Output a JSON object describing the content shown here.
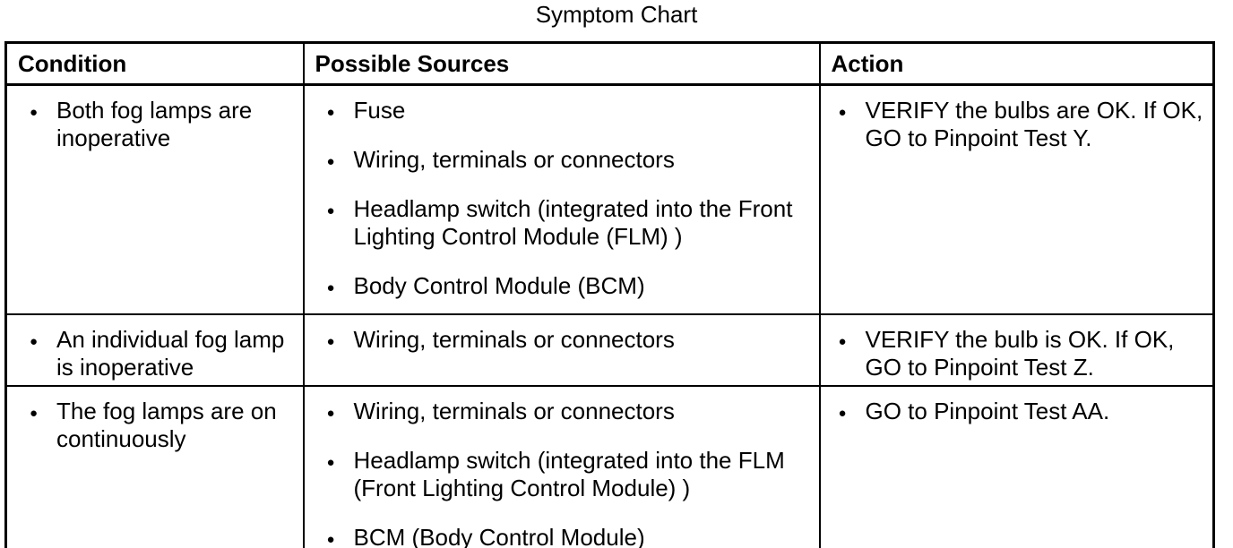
{
  "title": "Symptom Chart",
  "icons": {
    "bullet": "●"
  },
  "table": {
    "headers": [
      "Condition",
      "Possible Sources",
      "Action"
    ],
    "rows": [
      {
        "condition": [
          "Both fog lamps are inoperative"
        ],
        "sources": [
          "Fuse",
          "Wiring, terminals or connectors",
          "Headlamp switch (integrated into the Front Lighting Control Module (FLM) )",
          "Body Control Module (BCM)"
        ],
        "action": [
          "VERIFY the bulbs are OK. If OK, GO to Pinpoint Test Y."
        ]
      },
      {
        "condition": [
          "An individual fog lamp is inoperative"
        ],
        "sources": [
          "Wiring, terminals or connectors"
        ],
        "action": [
          "VERIFY the bulb is OK. If OK, GO to Pinpoint Test Z."
        ]
      },
      {
        "condition": [
          "The fog lamps are on continuously"
        ],
        "sources": [
          "Wiring, terminals or connectors",
          "Headlamp switch (integrated into the FLM (Front Lighting Control Module) )",
          "BCM (Body Control Module)"
        ],
        "action": [
          "GO to Pinpoint Test AA."
        ]
      }
    ]
  }
}
